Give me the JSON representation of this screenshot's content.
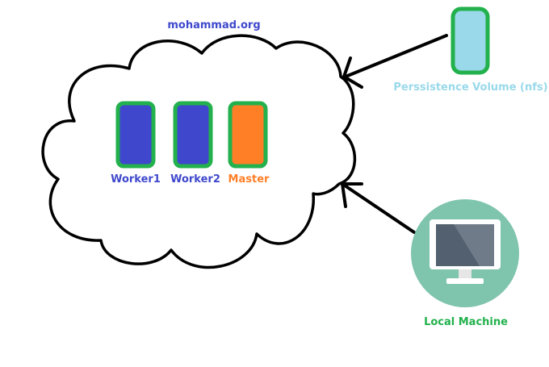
{
  "diagram": {
    "site_label": "mohammad.org",
    "nodes": [
      {
        "id": "worker1",
        "label": "Worker1",
        "fill": "#3f48cc",
        "border": "#22b14c",
        "label_color": "#3f48cc"
      },
      {
        "id": "worker2",
        "label": "Worker2",
        "fill": "#3f48cc",
        "border": "#22b14c",
        "label_color": "#3f48cc"
      },
      {
        "id": "master",
        "label": "Master",
        "fill": "#ff7f27",
        "border": "#22b14c",
        "label_color": "#ff7f27"
      }
    ],
    "volume": {
      "label": "Perssistence Volume (nfs)",
      "fill": "#99d9ea",
      "border": "#22b14c",
      "label_color": "#99d9ea"
    },
    "local_machine": {
      "label": "Local Machine",
      "icon": "desktop-monitor-icon",
      "circle_color": "#7fc4ad",
      "label_color": "#22b14c"
    },
    "colors": {
      "site_label": "#3f48cc",
      "outline": "#000000"
    }
  }
}
